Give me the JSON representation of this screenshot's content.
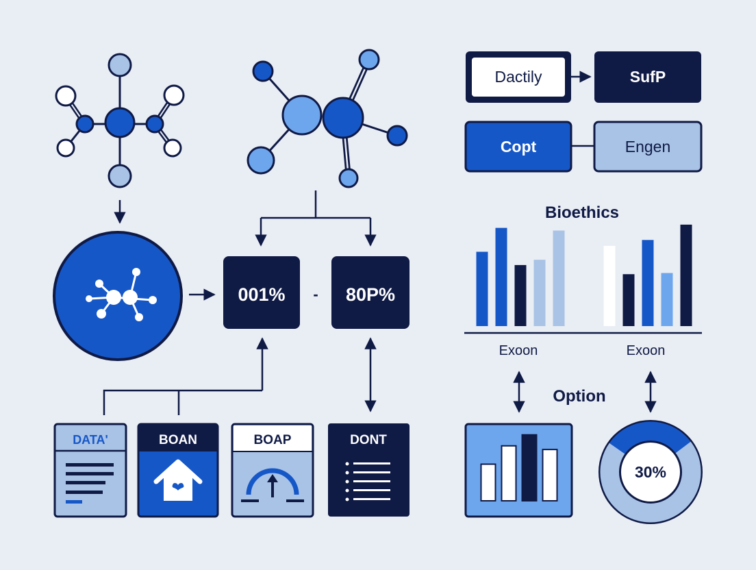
{
  "colors": {
    "background": "#e9edf4",
    "navy": "#0f1a45",
    "royal_blue": "#1657c8",
    "sky_blue": "#6ea6ee",
    "pale_blue": "#a9c3e6",
    "white": "#ffffff"
  },
  "flow_boxes": {
    "dactily": "Dactily",
    "sufp": "SufP",
    "copt": "Copt",
    "engen": "Engen"
  },
  "metric_boxes": {
    "left": "001%",
    "separator": "-",
    "right": "80P%"
  },
  "cards": [
    {
      "label": "DATA'",
      "icon": "document-lines-icon"
    },
    {
      "label": "BOAN",
      "icon": "house-heart-icon"
    },
    {
      "label": "BOAP",
      "icon": "gauge-arrow-icon"
    },
    {
      "label": "DONT",
      "icon": "bullet-list-icon"
    }
  ],
  "charts_panel": {
    "title": "Bioethics",
    "option_label": "Option",
    "percent_label": "30%"
  },
  "chart_data": [
    {
      "type": "bar",
      "xlabel": "Exoon",
      "values": [
        56,
        74,
        46,
        50,
        72
      ],
      "colors": [
        "#1657c8",
        "#1657c8",
        "#0f1a45",
        "#a9c3e6",
        "#a9c3e6"
      ],
      "ylim": [
        0,
        80
      ]
    },
    {
      "type": "bar",
      "xlabel": "Exoon",
      "values": [
        68,
        44,
        73,
        45,
        86
      ],
      "colors": [
        "#ffffff",
        "#0f1a45",
        "#1657c8",
        "#6ea6ee",
        "#0f1a45"
      ],
      "ylim": [
        0,
        90
      ]
    },
    {
      "type": "bar",
      "values": [
        40,
        60,
        72,
        56
      ],
      "colors": [
        "#ffffff",
        "#ffffff",
        "#0f1a45",
        "#ffffff"
      ],
      "ylim": [
        0,
        80
      ]
    },
    {
      "type": "pie",
      "values": [
        30,
        70
      ],
      "colors": [
        "#1657c8",
        "#a9c3e6"
      ],
      "center_label": "30%"
    }
  ]
}
